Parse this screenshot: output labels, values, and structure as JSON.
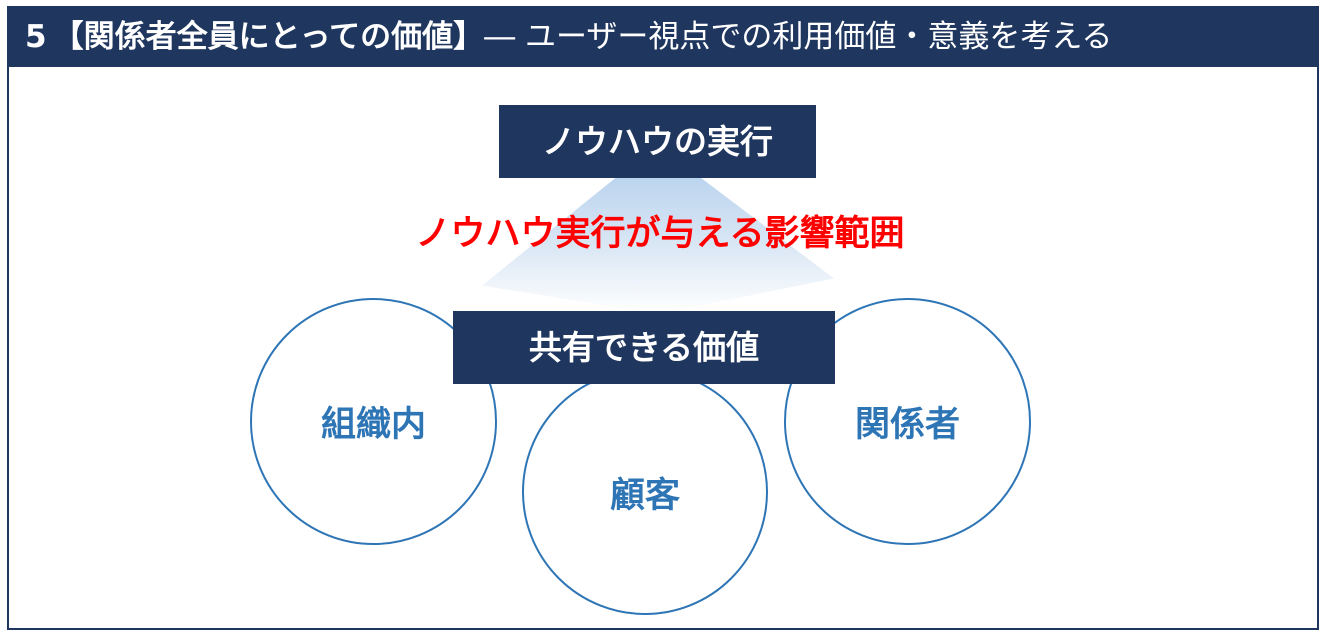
{
  "header": {
    "number": "5",
    "title_bold": "【関係者全員にとっての価値】",
    "title_rest": "― ユーザー視点での利用価値・意義を考える"
  },
  "diagram": {
    "top_box": "ノウハウの実行",
    "impact_label": "ノウハウ実行が与える影響範囲",
    "middle_box": "共有できる価値",
    "circles": {
      "left": "組織内",
      "bottom": "顧客",
      "right": "関係者"
    }
  },
  "colors": {
    "navy": "#1f365f",
    "accent_blue": "#2e75b6",
    "highlight_red": "#ff0000",
    "fan_light_blue": "#b9d3ee"
  }
}
